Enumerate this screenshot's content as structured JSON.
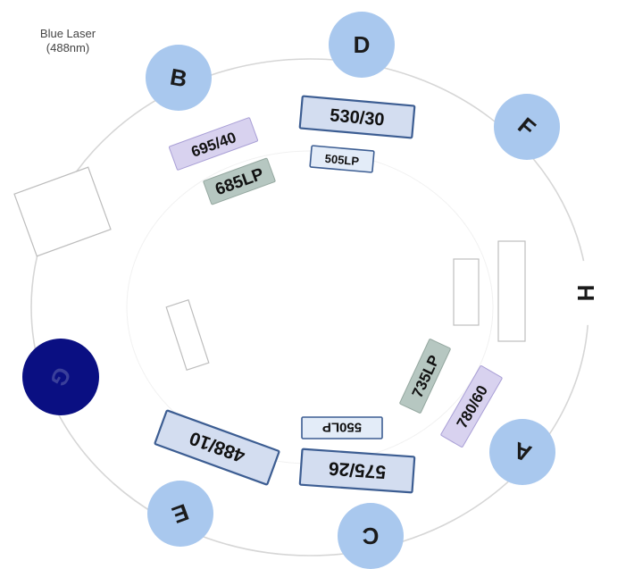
{
  "laser_label": {
    "line1": "Blue Laser",
    "line2": "(488nm)"
  },
  "colors": {
    "ring": "#d6d6d6",
    "detector_fill": "#a9c8ee",
    "detector_text": "#1b1b1b",
    "active_detector_fill": "#0a0f82",
    "active_detector_text": "#3a3f9a",
    "bandpass_fill": "#d3ddf0",
    "bandpass_stroke": "#3c5d92",
    "longpass_blue_fill": "#e3ecf8",
    "lavender_fill": "#d8d2ef",
    "gray_fill": "#b6c7c1"
  },
  "detectors": [
    {
      "id": "A",
      "label": "A",
      "state": "normal"
    },
    {
      "id": "B",
      "label": "B",
      "state": "normal"
    },
    {
      "id": "C",
      "label": "C",
      "state": "normal"
    },
    {
      "id": "D",
      "label": "D",
      "state": "normal"
    },
    {
      "id": "E",
      "label": "E",
      "state": "normal"
    },
    {
      "id": "F",
      "label": "F",
      "state": "normal"
    },
    {
      "id": "G",
      "label": "G",
      "state": "active"
    },
    {
      "id": "H",
      "label": "H",
      "state": "empty"
    }
  ],
  "filters": [
    {
      "id": "f530",
      "label": "530/30",
      "style": "bandpass"
    },
    {
      "id": "f505",
      "label": "505LP",
      "style": "longpass-blue"
    },
    {
      "id": "f695",
      "label": "695/40",
      "style": "lavender"
    },
    {
      "id": "f685",
      "label": "685LP",
      "style": "gray"
    },
    {
      "id": "f735",
      "label": "735LP",
      "style": "gray"
    },
    {
      "id": "f780",
      "label": "780/60",
      "style": "lavender"
    },
    {
      "id": "f550",
      "label": "550LP",
      "style": "longpass-blue"
    },
    {
      "id": "f575",
      "label": "575/26",
      "style": "bandpass"
    },
    {
      "id": "f488",
      "label": "488/10",
      "style": "bandpass"
    }
  ]
}
